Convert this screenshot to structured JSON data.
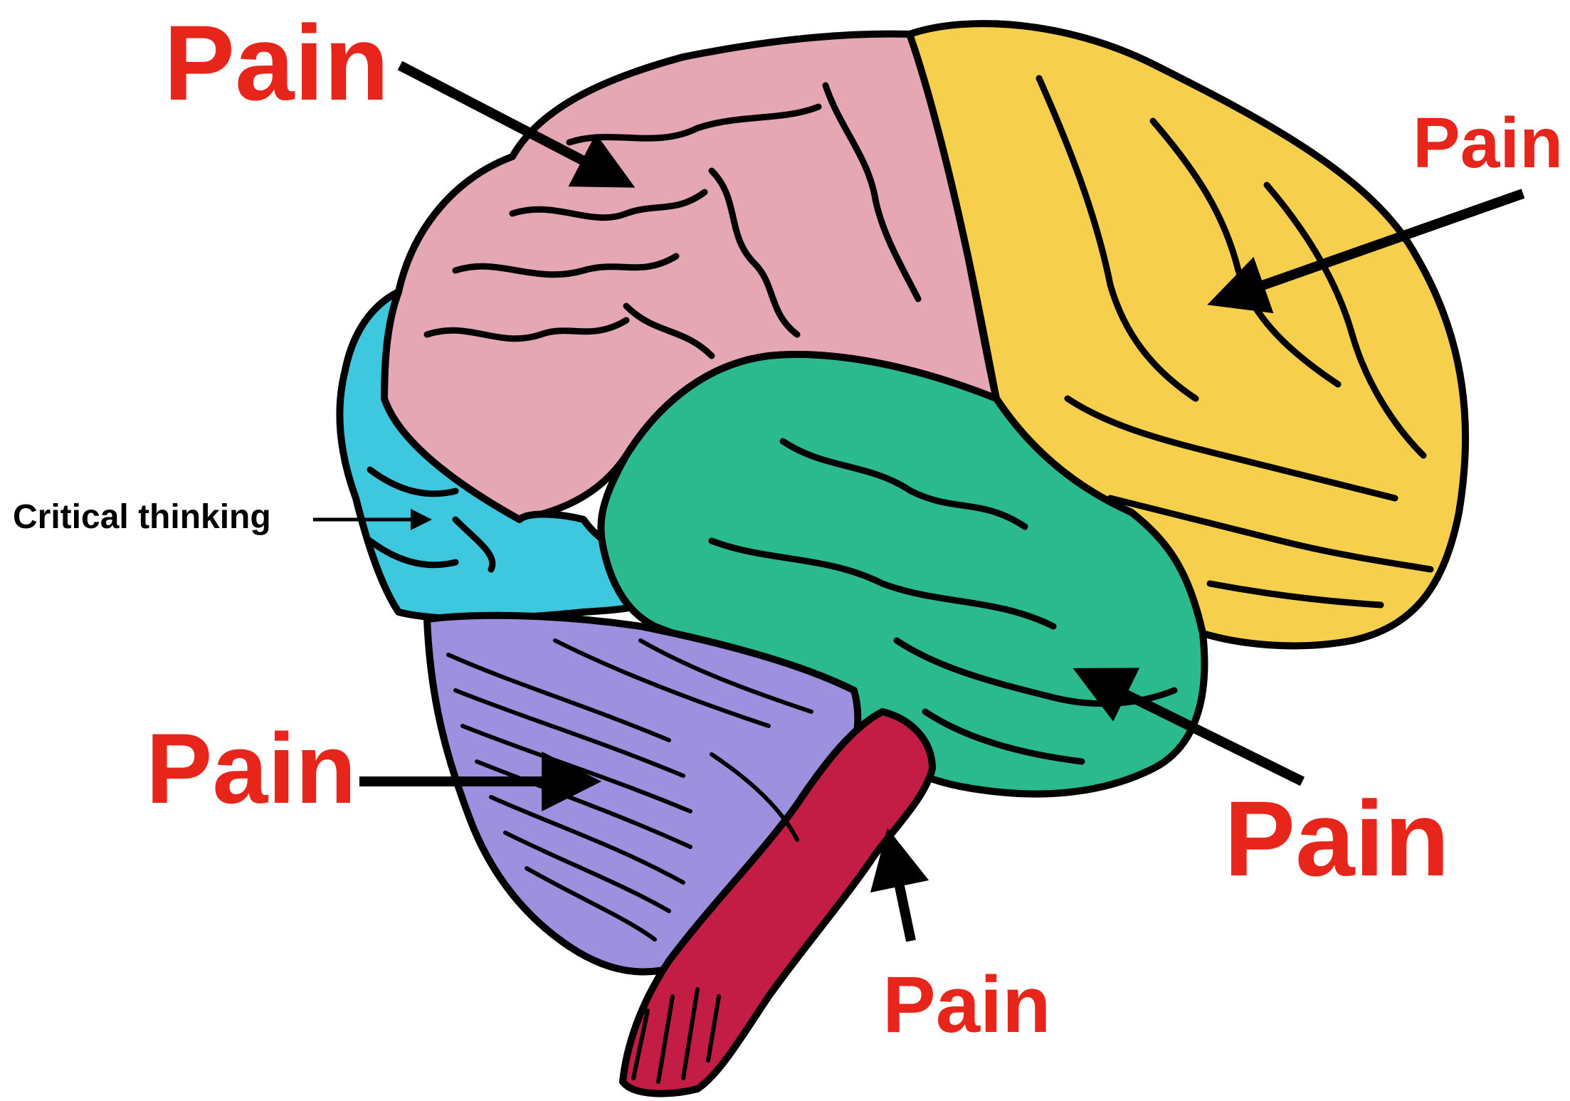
{
  "labels": {
    "frontal_top": "Pain",
    "occipital_right": "Pain",
    "critical": "Critical thinking",
    "cerebellum_left": "Pain",
    "temporal_right": "Pain",
    "brainstem_bottom": "Pain"
  },
  "colors": {
    "label_red": "#e8251a",
    "prefrontal": "#3ec8e0",
    "frontal_parietal": "#e6a7b4",
    "occipital": "#f6d04d",
    "temporal": "#2bba8e",
    "cerebellum": "#9d90de",
    "brainstem": "#c41d45",
    "outline": "#000000"
  }
}
